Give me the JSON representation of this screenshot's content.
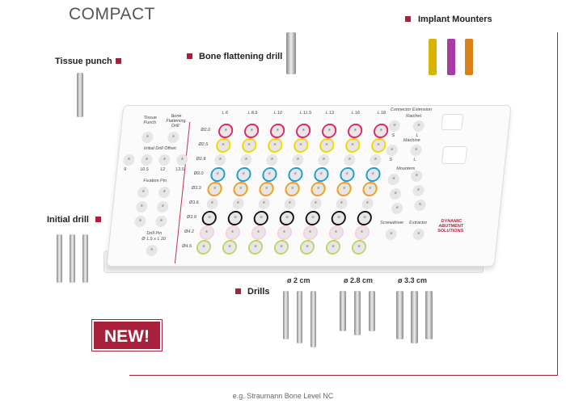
{
  "title": "COMPACT",
  "callouts": {
    "tissue_punch": "Tissue punch",
    "bone_flattening": "Bone flattening drill",
    "implant_mounters": "Implant Mounters",
    "initial_drill": "Initial drill",
    "drills": "Drills"
  },
  "tray": {
    "left": {
      "tissue_punch": "Tissue Punch",
      "bone_flattening": "Bone Flattening Drill",
      "initial_offset": "Initial Drill Offset",
      "offsets": [
        "9",
        "10.5",
        "12",
        "13.5"
      ],
      "fixation_pin": "Fixation Pin",
      "drill_pin": "Drill Pin",
      "drill_pin_size": "Ø 1.5 x L 20"
    },
    "lengths": [
      "L 6",
      "L 8.5",
      "L 10",
      "L 11.5",
      "L 13",
      "L 16",
      "L 18"
    ],
    "rows": [
      {
        "d": "Ø2.0",
        "ring": "#e0226a"
      },
      {
        "d": "Ø2.5",
        "ring": "#f0d800"
      },
      {
        "d": "Ø2.8",
        "ring": ""
      },
      {
        "d": "Ø3.0",
        "ring": "#1a9ad8"
      },
      {
        "d": "Ø3.3",
        "ring": "#f39a1a"
      },
      {
        "d": "Ø3.6",
        "ring": ""
      },
      {
        "d": "Ø3.9",
        "ring": "#111111"
      },
      {
        "d": "Ø4.2",
        "ring": "#f6d0dc"
      },
      {
        "d": "Ø4.5",
        "ring": "#b8d66a"
      }
    ],
    "right": {
      "connector": "Connector Extension",
      "ratchet": "Ratchet",
      "machine": "Machine",
      "s": "S",
      "l": "L",
      "mounters": "Mounters",
      "screwdriver": "Screwdriver",
      "extractor": "Extractor",
      "logo": "DYNAMIC ABUTMENT SOLUTIONS"
    }
  },
  "drill_sizes": [
    "ø 2 cm",
    "ø 2.8 cm",
    "ø 3.3 cm"
  ],
  "badge": "NEW!",
  "caption": "e.g. Straumann Bone Level NC"
}
